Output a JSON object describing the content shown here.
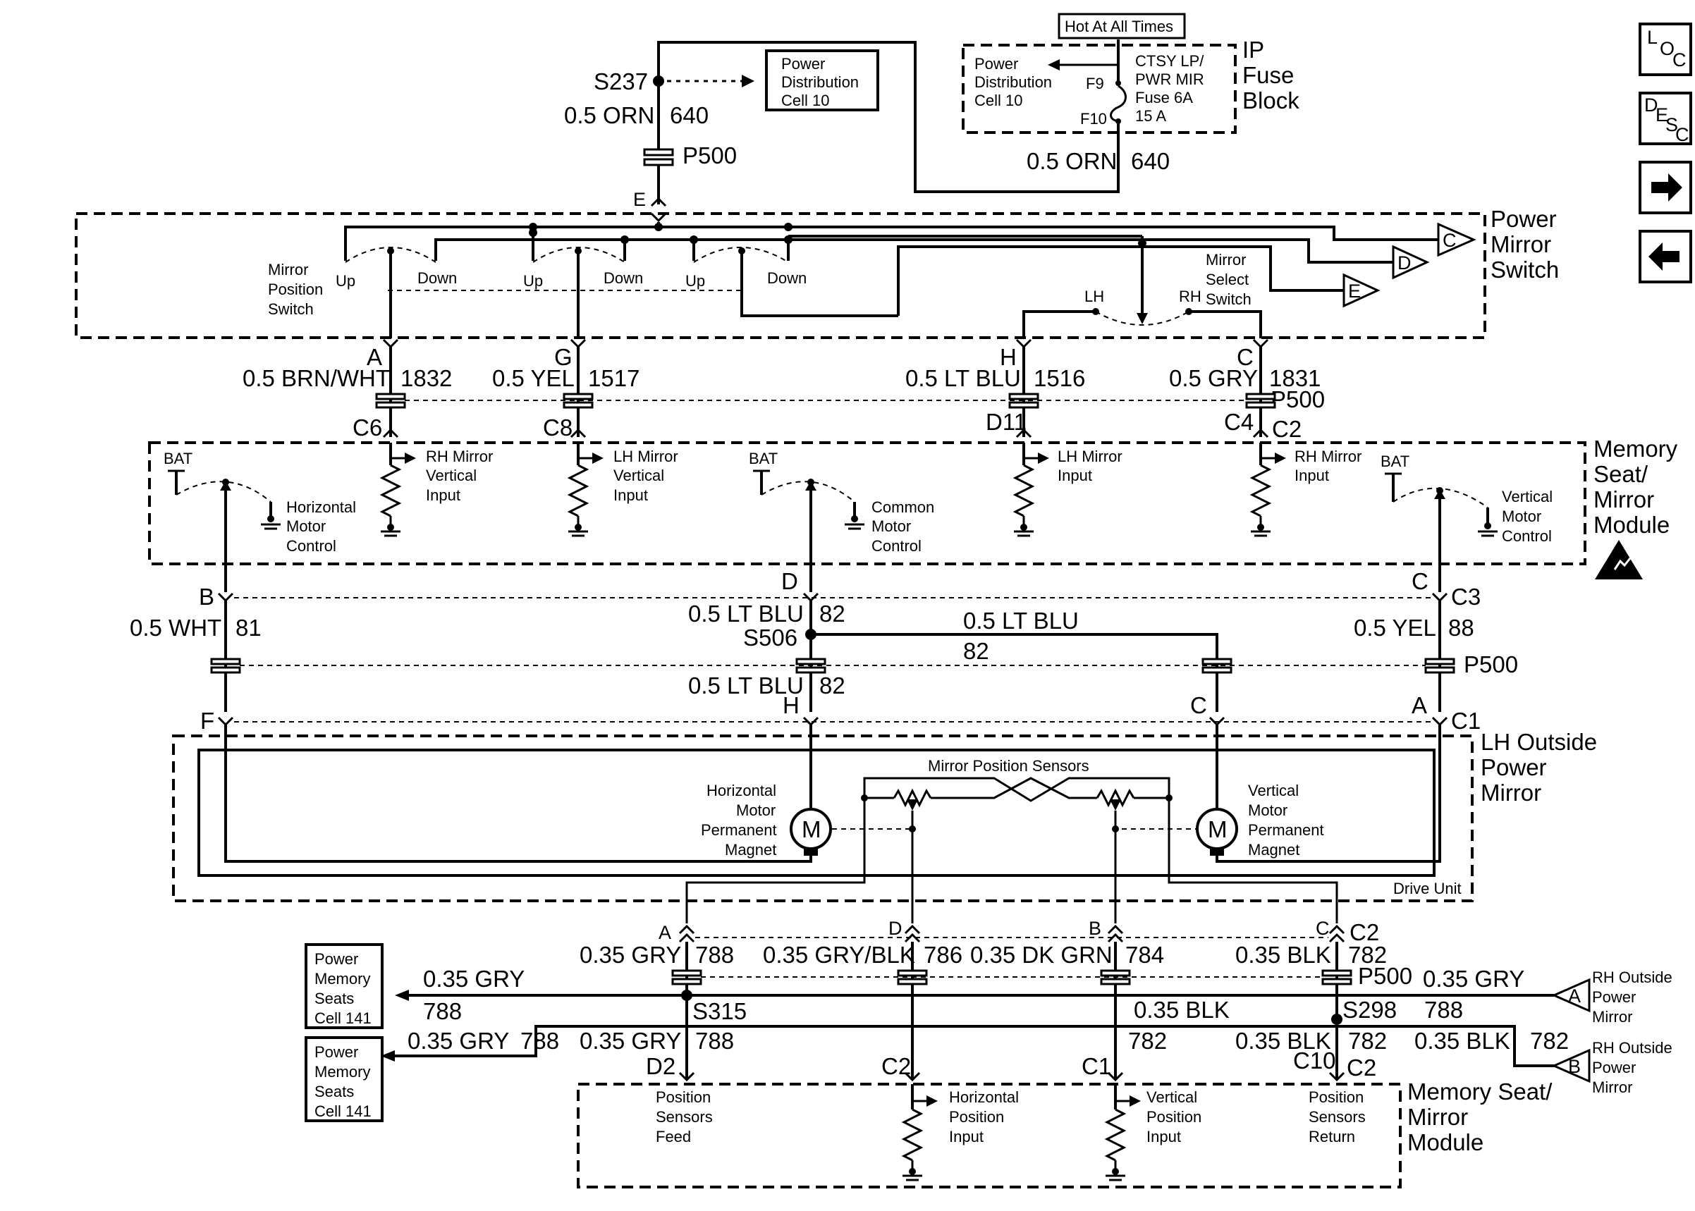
{
  "header": {
    "hot": "Hot At All Times",
    "ip_fuse_block": [
      "IP",
      "Fuse",
      "Block"
    ],
    "pdc10": [
      "Power",
      "Distribution",
      "Cell 10"
    ],
    "fuse": [
      "CTSY LP/",
      "PWR MIR",
      "Fuse 6A",
      "15 A"
    ],
    "f9": "F9",
    "f10": "F10",
    "wire640_size": "0.5 ORN",
    "wire640_num": "640",
    "splice_s237": "S237",
    "wire640b_size": "0.5 ORN",
    "wire640b_num": "640",
    "p500": "P500",
    "pin_e": "E"
  },
  "switch": {
    "title": [
      "Power",
      "Mirror",
      "Switch"
    ],
    "mirror_pos": [
      "Mirror",
      "Position",
      "Switch"
    ],
    "up": "Up",
    "down": "Down",
    "mirror_select": [
      "Mirror",
      "Select",
      "Switch"
    ],
    "lh": "LH",
    "rh": "RH",
    "tri_c": "C",
    "tri_d": "D",
    "tri_e": "E"
  },
  "wires_top": [
    {
      "pin": "A",
      "size": "0.5 BRN/WHT",
      "num": "1832",
      "cav": "C6"
    },
    {
      "pin": "G",
      "size": "0.5 YEL",
      "num": "1517",
      "cav": "C8"
    },
    {
      "pin": "H",
      "size": "0.5 LT BLU",
      "num": "1516",
      "cav": "D11"
    },
    {
      "pin": "C",
      "size": "0.5 GRY",
      "num": "1831",
      "cav": "C4"
    }
  ],
  "p500_b": "P500",
  "c2_b": "C2",
  "module1": {
    "title": [
      "Memory",
      "Seat/",
      "Mirror",
      "Module"
    ],
    "bat": "BAT",
    "rh_vert": [
      "RH Mirror",
      "Vertical",
      "Input"
    ],
    "lh_vert": [
      "LH Mirror",
      "Vertical",
      "Input"
    ],
    "lh_input": [
      "LH Mirror",
      "Input"
    ],
    "rh_input": [
      "RH Mirror",
      "Input"
    ],
    "horiz_ctrl": [
      "Horizontal",
      "Motor",
      "Control"
    ],
    "common_ctrl": [
      "Common",
      "Motor",
      "Control"
    ],
    "vert_ctrl": [
      "Vertical",
      "Motor",
      "Control"
    ]
  },
  "mid": {
    "pin_b": "B",
    "pin_d": "D",
    "pin_c": "C",
    "c3": "C3",
    "w81_size": "0.5 WHT",
    "w81_num": "81",
    "w82_size": "0.5 LT BLU",
    "w82_num": "82",
    "s506": "S506",
    "w82b_size": "0.5 LT BLU",
    "w82b_num": "82",
    "w88_size": "0.5 YEL",
    "w88_num": "88",
    "p500": "P500",
    "w82c_size": "0.5 LT BLU",
    "w82c_num": "82",
    "pin_f": "F",
    "pin_h": "H",
    "pin_c2": "C",
    "pin_a": "A",
    "c1": "C1"
  },
  "mirror": {
    "title": [
      "LH Outside",
      "Power",
      "Mirror"
    ],
    "sensors": "Mirror Position Sensors",
    "horiz_motor": [
      "Horizontal",
      "Motor",
      "Permanent",
      "Magnet"
    ],
    "vert_motor": [
      "Vertical",
      "Motor",
      "Permanent",
      "Magnet"
    ],
    "m": "M",
    "drive_unit": "Drive Unit"
  },
  "bottom": {
    "pins": [
      "A",
      "D",
      "B",
      "C"
    ],
    "c2": "C2",
    "w788_size": "0.35 GRY",
    "w788_num": "788",
    "w786": "0.35 GRY/BLK",
    "w786_num": "786",
    "w784": "0.35 DK GRN",
    "w784_num": "784",
    "w782_size": "0.35 BLK",
    "w782_num": "782",
    "p500": "P500",
    "s315": "S315",
    "s298": "S298",
    "gry1_size": "0.35 GRY",
    "gry1_num": "788",
    "gry2_size": "0.35 GRY",
    "gry2_num": "788",
    "gry3_size": "0.35 GRY",
    "gry3_num": "788",
    "blk1_size": "0.35 BLK",
    "blk1_num": "782",
    "blk2_size": "0.35 BLK",
    "blk2_num": "782",
    "rh_gry_size": "0.35 GRY",
    "rh_gry_num": "788",
    "rh_blk_size": "0.35 BLK",
    "rh_blk_num": "782",
    "pms": [
      "Power",
      "Memory",
      "Seats",
      "Cell 141"
    ],
    "rh_outside": [
      "RH Outside",
      "Power",
      "Mirror"
    ],
    "tri_a": "A",
    "tri_b": "B",
    "cav_d2": "D2",
    "cav_c2": "C2",
    "cav_c1": "C1",
    "cav_c10": "C10",
    "cav_c2b": "C2"
  },
  "module2": {
    "title": [
      "Memory Seat/",
      "Mirror",
      "Module"
    ],
    "feed": [
      "Position",
      "Sensors",
      "Feed"
    ],
    "horiz": [
      "Horizontal",
      "Position",
      "Input"
    ],
    "vert": [
      "Vertical",
      "Position",
      "Input"
    ],
    "ret": [
      "Position",
      "Sensors",
      "Return"
    ]
  },
  "nav": {
    "loc": [
      "L",
      "O",
      "C"
    ],
    "desc": [
      "D",
      "E",
      "S",
      "C"
    ]
  }
}
